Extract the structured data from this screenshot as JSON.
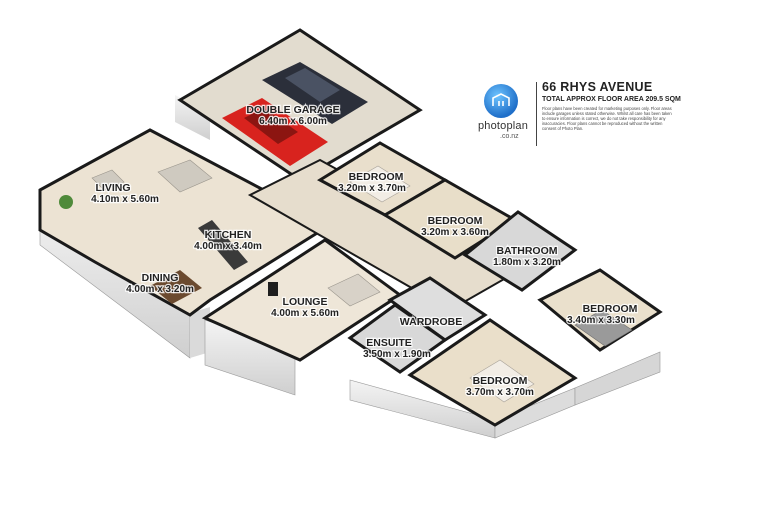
{
  "property": {
    "address": "66 RHYS AVENUE",
    "total_area": "TOTAL APPROX FLOOR AREA 209.5 SQM",
    "disclaimer": "Floor plans have been created for marketing purposes only. Floor areas include garages unless stated otherwise. Whilst all care has been taken to ensure information is correct, we do not take responsibility for any inaccuracies. Floor plans cannot be reproduced without the written consent of Photo Plan."
  },
  "brand": {
    "name": "photoplan",
    "domain": ".co.nz",
    "logo_icon": "house-outline-icon",
    "logo_color": "#1f6fc9"
  },
  "rooms": [
    {
      "name": "DOUBLE GARAGE",
      "size": "6.40m x 6.00m"
    },
    {
      "name": "LIVING",
      "size": "4.10m x 5.60m"
    },
    {
      "name": "KITCHEN",
      "size": "4.00m x 3.40m"
    },
    {
      "name": "DINING",
      "size": "4.00m x 3.20m"
    },
    {
      "name": "LOUNGE",
      "size": "4.00m x 5.60m"
    },
    {
      "name": "BEDROOM",
      "size": "3.20m x 3.70m"
    },
    {
      "name": "BEDROOM",
      "size": "3.20m x 3.60m"
    },
    {
      "name": "BATHROOM",
      "size": "1.80m x 3.20m"
    },
    {
      "name": "BEDROOM",
      "size": "3.40m x 3.30m"
    },
    {
      "name": "WARDROBE",
      "size": ""
    },
    {
      "name": "ENSUITE",
      "size": "3.50m x 1.90m"
    },
    {
      "name": "BEDROOM",
      "size": "3.70m x 3.70m"
    }
  ],
  "colors": {
    "wall": "#1a1a1a",
    "floor": "#ece3d3",
    "tile": "#d9d9d9",
    "car_red": "#d8231e",
    "car_dark": "#2b2f3a"
  }
}
